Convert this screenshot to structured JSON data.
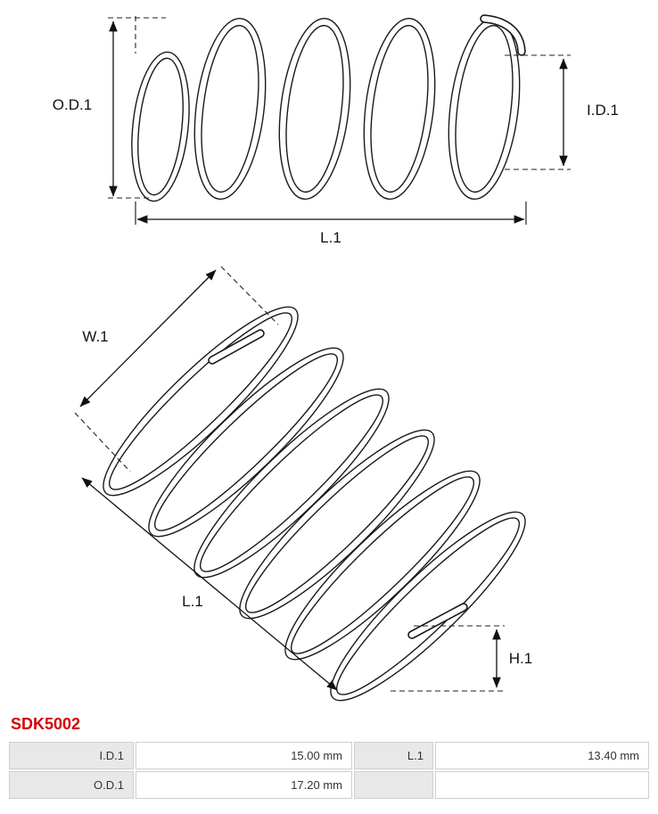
{
  "product": {
    "code": "SDK5002",
    "code_color": "#d40000"
  },
  "top_view": {
    "od_label": "O.D.1",
    "id_label": "I.D.1",
    "length_label": "L.1"
  },
  "iso_view": {
    "width_label": "W.1",
    "length_label": "L.1",
    "height_label": "H.1"
  },
  "spec_table": {
    "rows": [
      {
        "c0": "I.D.1",
        "c1": "15.00 mm",
        "c2": "L.1",
        "c3": "13.40 mm"
      },
      {
        "c0": "O.D.1",
        "c1": "17.20 mm",
        "c2": "",
        "c3": ""
      }
    ]
  }
}
